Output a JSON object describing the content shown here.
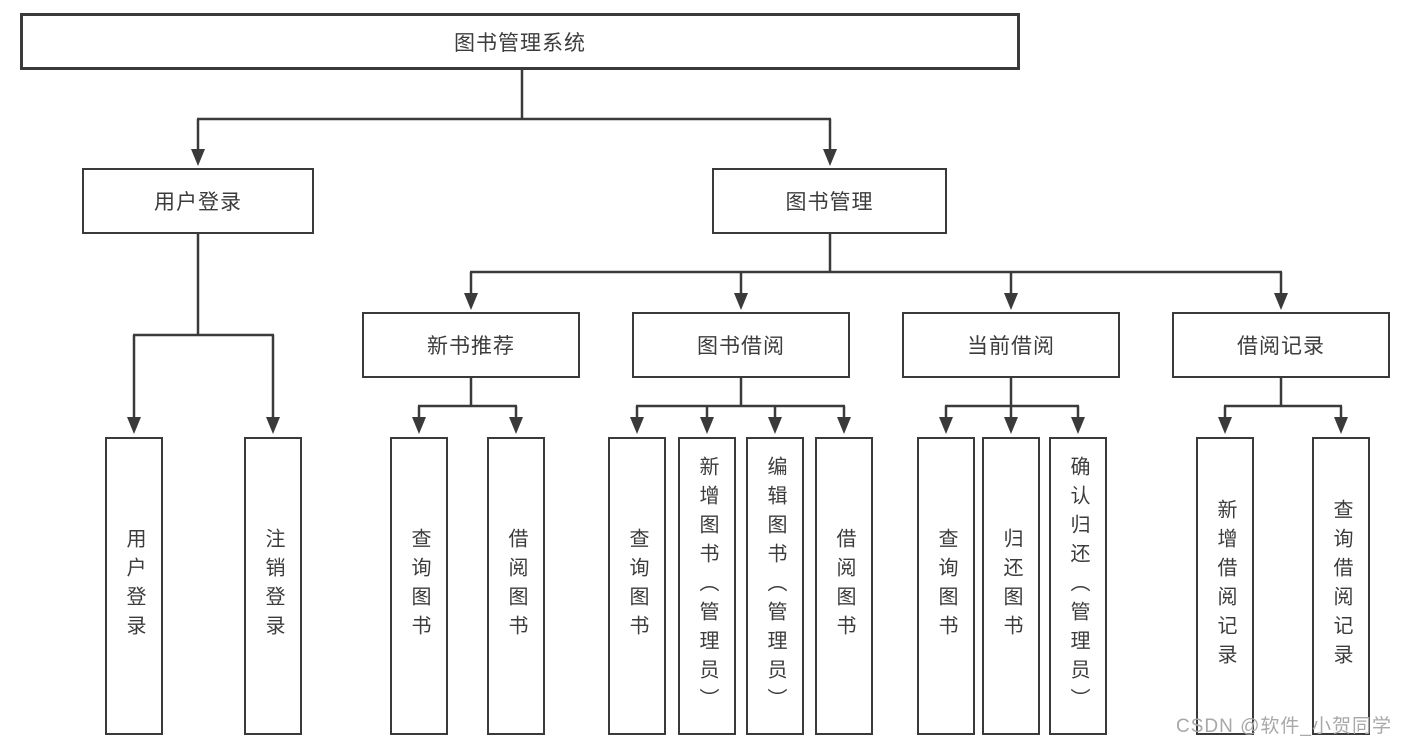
{
  "diagram": {
    "root": {
      "label": "图书管理系统"
    },
    "level2": [
      {
        "label": "用户登录"
      },
      {
        "label": "图书管理"
      }
    ],
    "level3": [
      {
        "label": "新书推荐"
      },
      {
        "label": "图书借阅"
      },
      {
        "label": "当前借阅"
      },
      {
        "label": "借阅记录"
      }
    ],
    "leaves": [
      {
        "label": "用户登录"
      },
      {
        "label": "注销登录"
      },
      {
        "label": "查询图书"
      },
      {
        "label": "借阅图书"
      },
      {
        "label": "查询图书"
      },
      {
        "label": "新增图书（管理员）"
      },
      {
        "label": "编辑图书（管理员）"
      },
      {
        "label": "借阅图书"
      },
      {
        "label": "查询图书"
      },
      {
        "label": "归还图书"
      },
      {
        "label": "确认归还（管理员）"
      },
      {
        "label": "新增借阅记录"
      },
      {
        "label": "查询借阅记录"
      }
    ],
    "watermark": "CSDN @软件_小贺同学",
    "line_color": "#3a3a3a"
  }
}
